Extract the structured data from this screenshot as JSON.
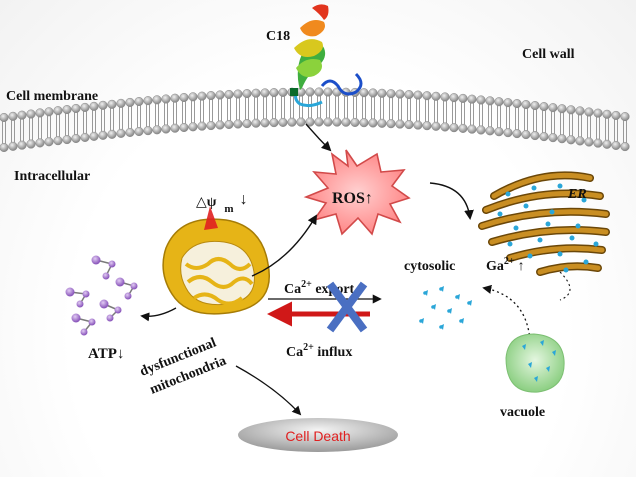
{
  "labels": {
    "peptide": "C18",
    "cell_wall": "Cell wall",
    "cell_membrane": "Cell membrane",
    "intracellular": "Intracellular",
    "ros": "ROS↑",
    "er": "ER",
    "delta_psi": "△ψ",
    "delta_psi_sub": "m",
    "delta_psi_arrow": "↓",
    "ca_export_base": "Ca",
    "ca_export_sup": "2+",
    "ca_export_text": " export",
    "ca_influx_base": "Ca",
    "ca_influx_sup": "2+",
    "ca_influx_text": " influx",
    "cytosolic": "cytosolic",
    "ga_base": "Ga",
    "ga_sup": "2+",
    "ga_arrow": "↑",
    "atp": "ATP↓",
    "dysfunctional": "dysfunctional",
    "mitochondria": "mitochondria",
    "vacuole": "vacuole",
    "cell_death": "Cell Death"
  },
  "colors": {
    "membrane_head": "#b4b4b4",
    "ros_fill": "#ff9e9e",
    "ros_stroke": "#d24a4a",
    "mito_fill": "#e6b417",
    "er_fill": "#b07a1c",
    "ion_dot": "#2aa6d8",
    "atp_purple": "#9a64c8",
    "blocked_arrow": "#d01818",
    "block_x": "#4a6fc2",
    "vacuole_fill": "#a8dca0",
    "cell_death_text": "#e02020"
  }
}
